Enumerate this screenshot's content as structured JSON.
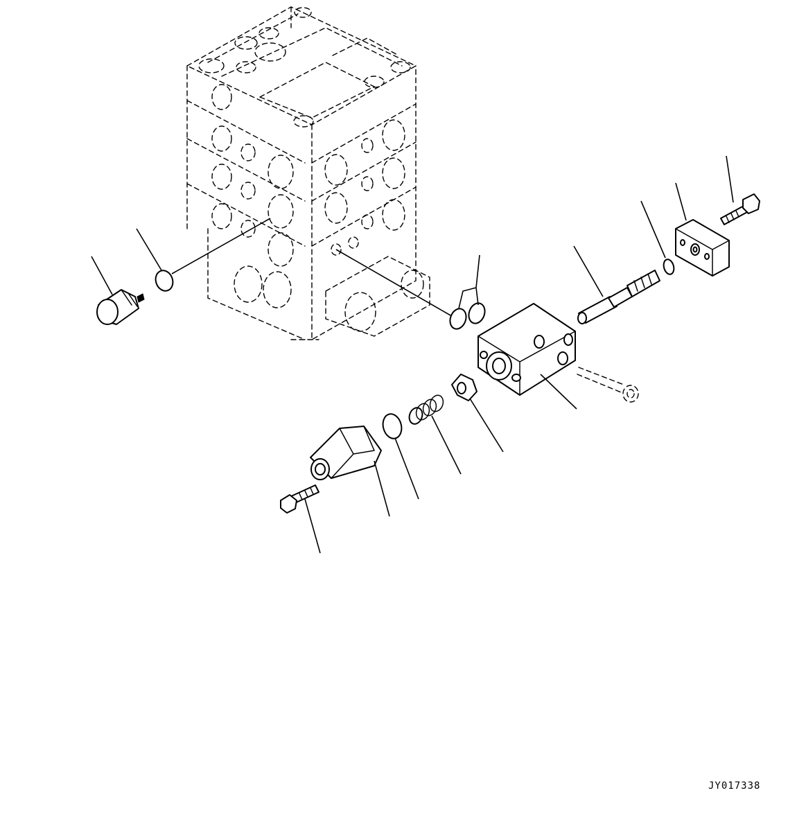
{
  "diagram": {
    "drawing_code": "JY017338",
    "parts": [
      {
        "name": "control-valve-body"
      },
      {
        "name": "pressure-switch"
      },
      {
        "name": "o-ring-switch"
      },
      {
        "name": "o-ring-pair"
      },
      {
        "name": "valve-block"
      },
      {
        "name": "spool"
      },
      {
        "name": "o-ring-small"
      },
      {
        "name": "cover-plate"
      },
      {
        "name": "plate-bolt"
      },
      {
        "name": "socket-bolt-dashed"
      },
      {
        "name": "nut"
      },
      {
        "name": "spring"
      },
      {
        "name": "o-ring-cap"
      },
      {
        "name": "cap"
      },
      {
        "name": "cap-bolt"
      }
    ]
  }
}
